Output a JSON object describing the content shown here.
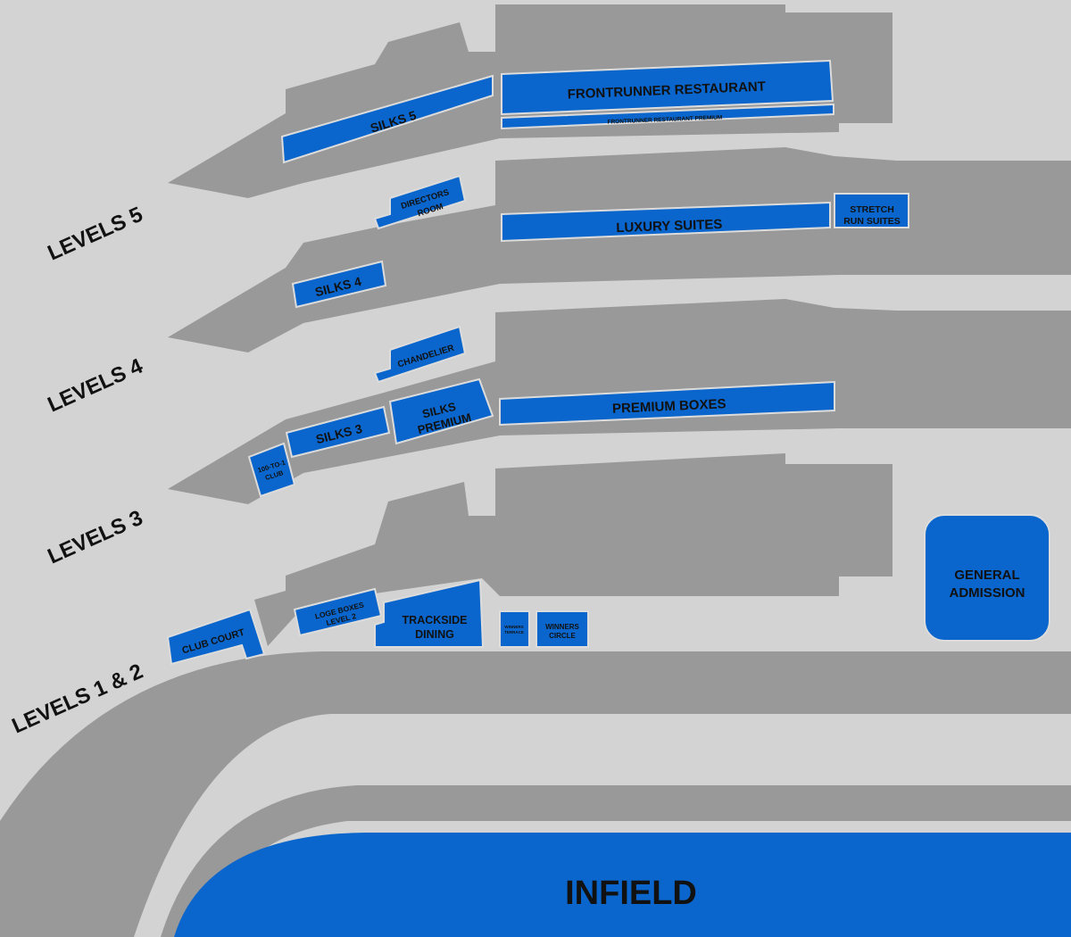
{
  "levels": {
    "l5": "LEVELS 5",
    "l4": "LEVELS 4",
    "l3": "LEVELS 3",
    "l12": "LEVELS 1 & 2"
  },
  "zones": {
    "frontrunner": "FRONTRUNNER RESTAURANT",
    "frontrunner_premium": "FRONTRUNNER RESTAURANT PREMIUM",
    "silks5": "SILKS 5",
    "directors_1": "DIRECTORS",
    "directors_2": "ROOM",
    "luxury": "LUXURY SUITES",
    "stretch_1": "STRETCH",
    "stretch_2": "RUN SUITES",
    "silks4": "SILKS 4",
    "chandelier": "CHANDELIER",
    "premium_boxes": "PREMIUM BOXES",
    "silks_premium_1": "SILKS",
    "silks_premium_2": "PREMIUM",
    "silks3": "SILKS 3",
    "club100_1": "100-TO-1",
    "club100_2": "CLUB",
    "club_court": "CLUB COURT",
    "loge_1": "LOGE BOXES",
    "loge_2": "LEVEL 2",
    "trackside_1": "TRACKSIDE",
    "trackside_2": "DINING",
    "winners_terrace_1": "WINNERS",
    "winners_terrace_2": "TERRACE",
    "winners_circle_1": "WINNERS",
    "winners_circle_2": "CIRCLE",
    "general_1": "GENERAL",
    "general_2": "ADMISSION",
    "infield": "INFIELD"
  },
  "colors": {
    "background": "#d3d3d3",
    "building": "#999999",
    "zone": "#0a66cc"
  }
}
